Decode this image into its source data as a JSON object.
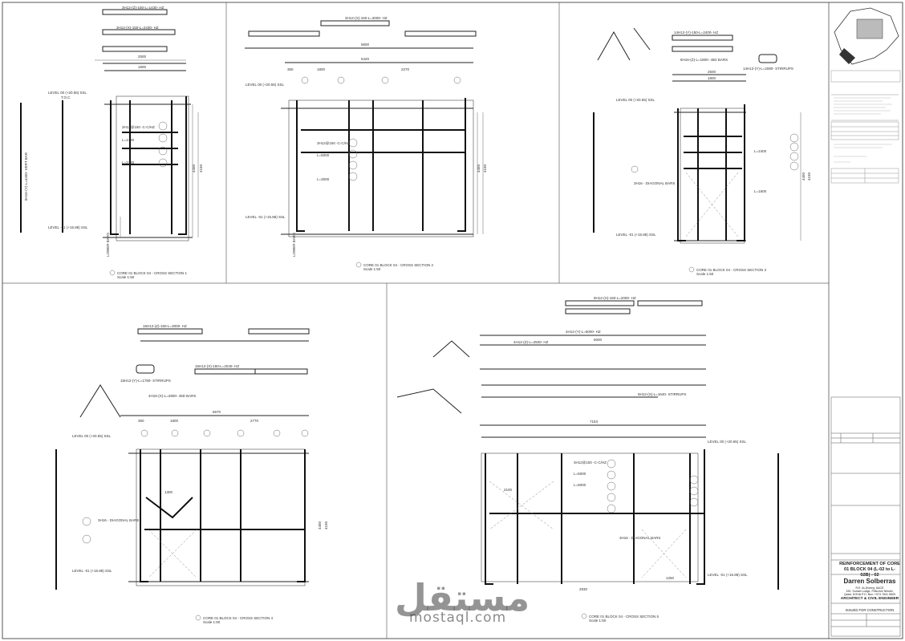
{
  "sections": [
    {
      "caption": "CORE 01 BLOCK 04 - CROSS SECTION 1",
      "scale": "Scale 1:50",
      "level_top": "LEVEL 00 (+20.55) SSL",
      "level_bot": "LEVEL -01 (+15.88) SSL",
      "top_label": "T.O.C",
      "labels": [
        "3H12-(Z)-150-L=1430- HZ",
        "3H12-(X)-150-L=2430- HZ",
        "2500",
        "1800",
        "3H12@150 -C-C/HZ",
        "L=1430",
        "L=2430",
        "4450",
        "4150",
        "LOWER BARS",
        "8H16-(Y)-L=4450- VERT BAR"
      ]
    },
    {
      "caption": "CORE 01 BLOCK 04 - CROSS SECTION 2",
      "scale": "Scale 1:50",
      "level_top": "LEVEL 00 (+20.55) SSL",
      "level_bot": "LEVEL -01 (+15.88) SSL",
      "labels": [
        "3H12-(X)-150-L=3000- HZ",
        "5600",
        "5420",
        "350",
        "1800",
        "2270",
        "3H12@150 -C-C/HZ",
        "L=5000",
        "L=3000",
        "4450",
        "4150",
        "LOWER BARS"
      ]
    },
    {
      "caption": "CORE 01 BLOCK 04 - CROSS SECTION 3",
      "scale": "Scale 1:50",
      "level_top": "LEVEL 00 (+20.55) SSL",
      "level_bot": "LEVEL -01 (+15.88) SSL",
      "labels": [
        "14H12-(Y)-150-L=2400- HZ",
        "8H16-(Z)-L=1800- 45D BARS",
        "14H12-(Y)-L=2080- STIRRUPS",
        "2500",
        "1800",
        "3H16 - DIAGONAL BARS",
        "L=2400",
        "L=1600",
        "4450",
        "4150"
      ]
    },
    {
      "caption": "CORE 01 BLOCK 04 - CROSS SECTION 4",
      "scale": "Scale 1:50",
      "level_top": "LEVEL 00 (+20.55) SSL",
      "level_bot": "LEVEL -01 (+15.88) SSL",
      "labels": [
        "15H12-(Z)-150-L=3000- HZ",
        "15H12-(X)-150-L=2040- HZ",
        "15H12-(Y)-L=1780- STIRRUPS",
        "4H16-(X)-L=2800- 45D BARS",
        "5670",
        "350",
        "1800",
        "2770",
        "3H16 - DIAGONAL BARS",
        "1300",
        "4450",
        "4150"
      ]
    },
    {
      "caption": "CORE 01 BLOCK 04 - CROSS SECTION 5",
      "scale": "Scale 1:50",
      "level_top": "LEVEL 00 (+20.55) SSL",
      "level_bot": "LEVEL -01 (+15.88) SSL",
      "labels": [
        "9H12-(X)-150-L=2000- HZ",
        "4H12-(Y)-L=6000- HZ",
        "6000",
        "4H12-(Z)-L=2500- HZ",
        "9H12-(X)-L=1640- STIRRUPS",
        "7153",
        "3H12@150 -C-C/HZ",
        "3H16 - DIAGONAL BARS",
        "L=5000",
        "L=6000",
        "2100",
        "2930",
        "1250"
      ]
    }
  ],
  "title_block": {
    "drawing_title": "REINFORCEMENT OF CORE 01 BLOCK 04 (L-02 to L-02B) - 02",
    "name": "Darren Solberras",
    "address1": "R.E. Al-Jhonny, A&CE",
    "address2": "190, Sunset Lodge, Pitta Ave Nilrolin,",
    "address3": "Qatar, DOHA P.O. Box: +974 7841 5609",
    "role": "ARCHITECT & CIVIL ENGINEER",
    "status": "ISSUED FOR CONSTRUCTION"
  },
  "watermark": {
    "brand": "مستقل",
    "url": "mostaql.com"
  }
}
